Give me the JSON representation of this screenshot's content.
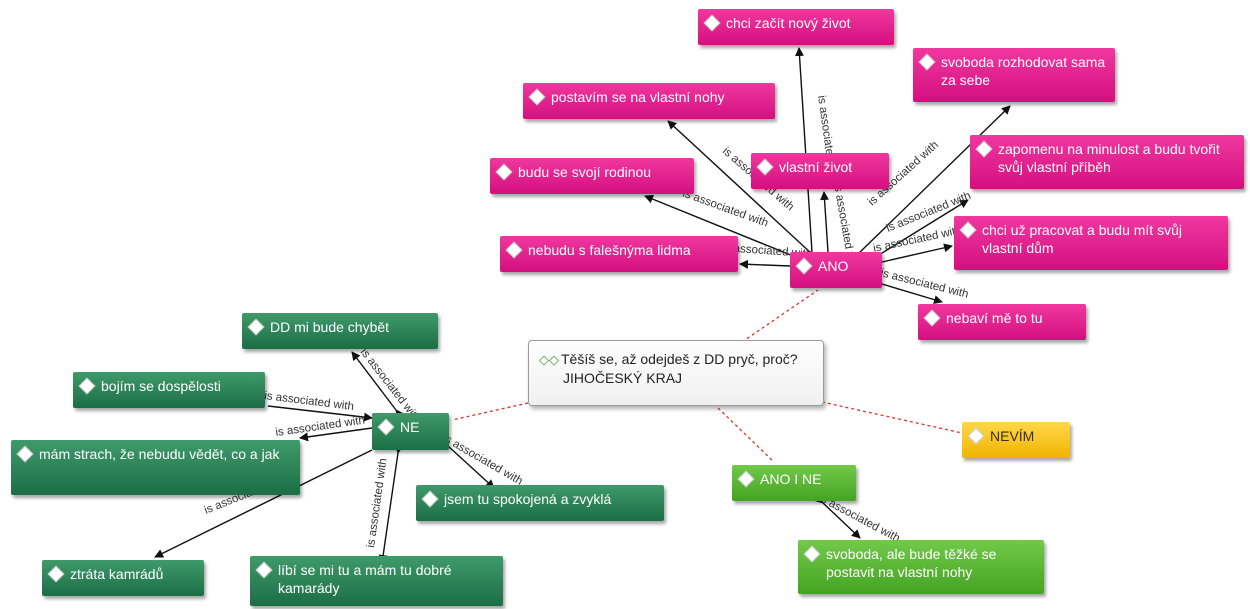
{
  "center": {
    "question": "Těšíš se, až odejdeš z DD pryč, proč?",
    "region": "JIHOČESKÝ KRAJ"
  },
  "categories": {
    "ano": "ANO",
    "ne": "NE",
    "nevim": "NEVÍM",
    "ano_i_ne": "ANO I NE"
  },
  "relation_label": "is associated with",
  "ano_nodes": [
    "chci začít nový život",
    "svoboda rozhodovat sama za sebe",
    "postavím se na vlastní nohy",
    "zapomenu na minulost a budu tvořit svůj vlastní příběh",
    "vlastní život",
    "budu se svojí rodinou",
    "chci už pracovat a budu mít svůj vlastní dům",
    "nebudu s falešnýma lidma",
    "nebaví mě to tu"
  ],
  "ne_nodes": [
    "DD mi bude chybět",
    "bojím se dospělosti",
    "mám strach, že nebudu vědět, co a jak",
    "jsem tu spokojená a zvyklá",
    "ztráta kamrádů",
    "líbí se mi tu a mám tu dobré kamarády"
  ],
  "ano_i_ne_nodes": [
    "svoboda, ale bude těžké se postavit na vlastní nohy"
  ],
  "colors": {
    "ano": "#e0198e",
    "ne": "#2a7d53",
    "ano_i_ne": "#58b533",
    "nevim": "#f5c21a",
    "dashed_link": "#e03030"
  }
}
